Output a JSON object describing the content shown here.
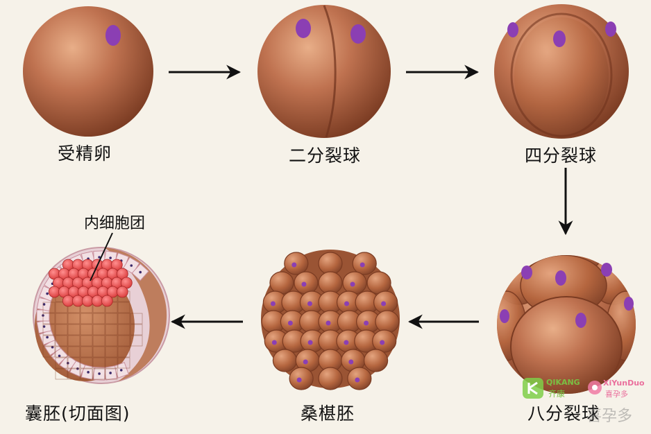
{
  "stages": {
    "zygote": "受精卵",
    "two_cell": "二分裂球",
    "four_cell": "四分裂球",
    "eight_cell": "八分裂球",
    "morula": "桑椹胚",
    "blastocyst": "囊胚(切面图)"
  },
  "callout": {
    "inner_cell_mass": "内细胞团"
  },
  "watermarks": {
    "qikang_en": "QIKANG",
    "qikang_cn": "齐康",
    "xiyunduo_en": "XiYunDuo",
    "xiyunduo_cn": "喜孕多",
    "bottom_right": "喜孕多"
  },
  "colors": {
    "cell": "#b86a48",
    "cell_dark": "#7e3f25",
    "nucleus": "#8b3fb3",
    "arrow": "#111111",
    "background": "#f6f2e9"
  }
}
